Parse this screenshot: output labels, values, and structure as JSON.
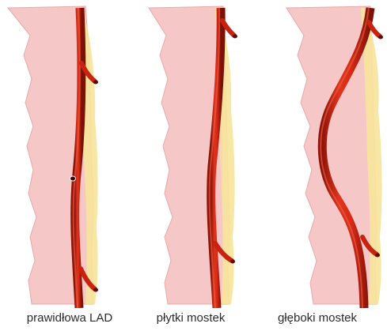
{
  "panels": [
    {
      "id": "normal",
      "caption": "prawidłowa LAD"
    },
    {
      "id": "shallow",
      "caption": "płytki mostek"
    },
    {
      "id": "deep",
      "caption": "głęboki mostek"
    }
  ],
  "colors": {
    "muscle": "#f6c7c7",
    "muscle_edge": "#e8a9aa",
    "fat": "#f7e49a",
    "artery": "#d62a14",
    "artery_dark": "#8e1408",
    "artery_highlight": "#f0604a"
  }
}
